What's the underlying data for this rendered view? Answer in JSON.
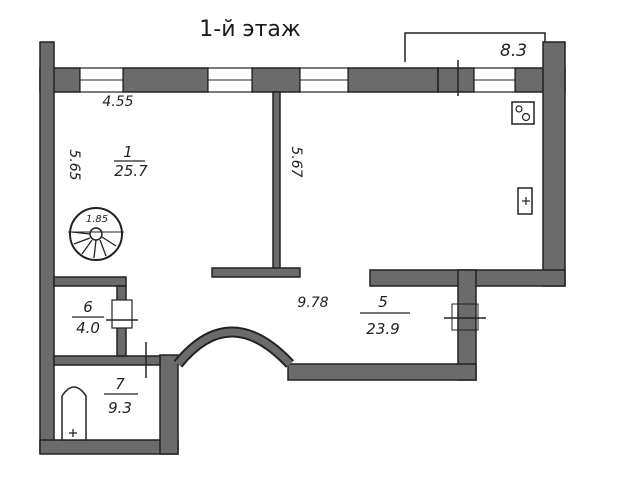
{
  "floor_title": "1-й этаж",
  "balcony_label": "8.3",
  "dimensions": {
    "top_width": "4.55",
    "left_height": "5.65",
    "middle_height": "5.67",
    "room5_width": "9.78"
  },
  "stair_label": "1.85",
  "rooms": [
    {
      "number": "1",
      "area": "25.7"
    },
    {
      "number": "5",
      "area": "23.9"
    },
    {
      "number": "6",
      "area": "4.0"
    },
    {
      "number": "7",
      "area": "9.3"
    }
  ],
  "colors": {
    "wall": "#6b6b6b",
    "line": "#222222"
  },
  "icons": [
    "stove-icon",
    "sink-icon",
    "bathtub-icon",
    "spiral-stair-icon"
  ]
}
